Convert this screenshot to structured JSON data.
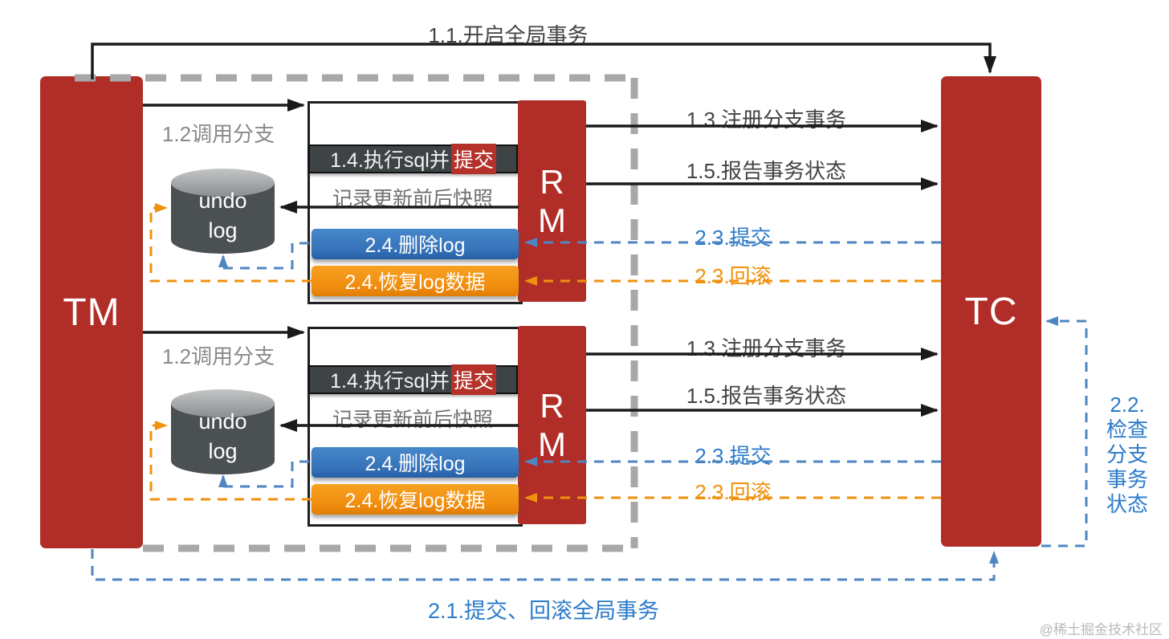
{
  "diagram": {
    "top_flow_label": "1.1.开启全局事务",
    "bottom_flow_label": "2.1.提交、回滚全局事务",
    "check_branch_lines": [
      "2.2.",
      "检查",
      "分支",
      "事务",
      "状态"
    ],
    "tm_label": "TM",
    "tc_label": "TC",
    "rm_line1": "R",
    "rm_line2": "M",
    "branch": {
      "call_label": "1.2调用分支",
      "exec_sql_text": "1.4.执行sql并",
      "exec_sql_highlight": "提交",
      "snapshot_label": "记录更新前后快照",
      "delete_log_label": "2.4.删除log",
      "restore_log_label": "2.4.恢复log数据",
      "register_label": "1.3.注册分支事务",
      "report_label": "1.5.报告事务状态",
      "commit_label": "2.3.提交",
      "rollback_label": "2.3.回滚",
      "undo_line1": "undo",
      "undo_line2": "log"
    },
    "watermark": "@稀土掘金技术社区",
    "colors": {
      "actor_red": "#b02e27",
      "highlight_red": "#b5322a",
      "dark_bar": "#3e4346",
      "blue_accent": "#2b7bca",
      "blue_dash": "#4f86c2",
      "orange_accent": "#f0910e",
      "gray_dash": "#a8a8a8",
      "black_line": "#1a1a1a"
    }
  }
}
